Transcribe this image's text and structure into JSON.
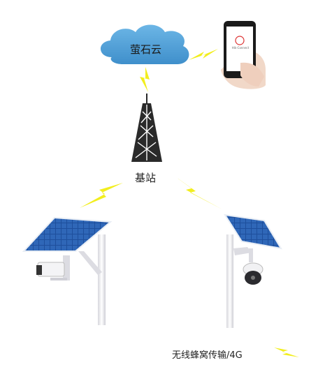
{
  "labels": {
    "cloud": "萤石云",
    "tower": "基站",
    "legend": "无线蜂窝传输/4G",
    "phone_app": "Hik-Connect"
  },
  "colors": {
    "cloud": "#4b9fd8",
    "lightning": "#f2ee1e",
    "tower": "#2a2a2a",
    "panel_blue": "#1f4f9a",
    "pole": "#e9e9ee"
  },
  "icons": [
    "cloud-icon",
    "phone-icon",
    "tower-icon",
    "solar-camera-icon",
    "dome-camera-icon",
    "lightning-icon"
  ]
}
